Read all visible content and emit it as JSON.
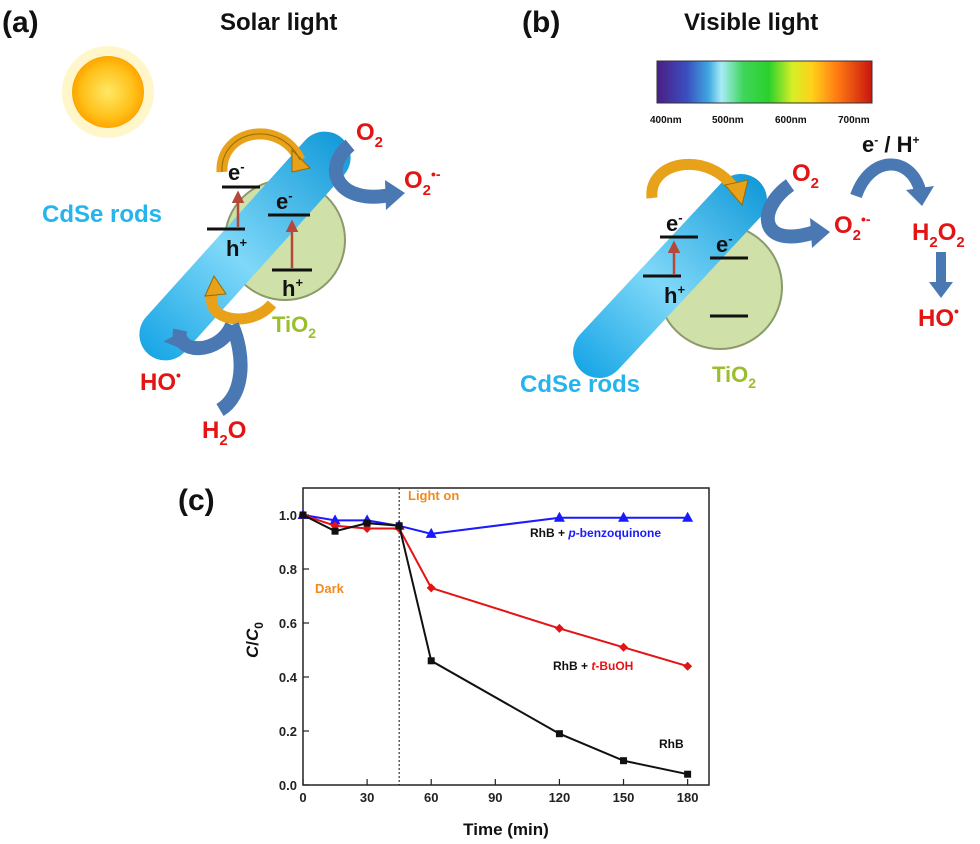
{
  "panel_a": {
    "label": "(a)",
    "title": "Solar light",
    "rod_label": "CdSe rods",
    "tio2": "TiO",
    "tio2_sub": "2",
    "electron": "e",
    "electron_sup": "-",
    "hole": "h",
    "hole_sup": "+",
    "o2": "O",
    "o2_sub": "2",
    "superoxide": "O",
    "superoxide_sub": "2",
    "superoxide_sup": "•-",
    "hydroxyl": "HO",
    "hydroxyl_sup": "•",
    "water": "H",
    "water_sub": "2",
    "water_o": "O"
  },
  "panel_b": {
    "label": "(b)",
    "title": "Visible light",
    "spectrum_ticks": [
      "400nm",
      "500nm",
      "600nm",
      "700nm"
    ],
    "rod_label": "CdSe rods",
    "tio2": "TiO",
    "tio2_sub": "2",
    "electron": "e",
    "electron_sup": "-",
    "hole": "h",
    "hole_sup": "+",
    "o2": "O",
    "o2_sub": "2",
    "superoxide": "O",
    "superoxide_sub": "2",
    "superoxide_sup": "•-",
    "reagent_e": "e",
    "reagent_e_sup": "-",
    "reagent_rest": " / H",
    "reagent_h_sup": "+",
    "h2o2_h": "H",
    "h2o2_sub1": "2",
    "h2o2_o": "O",
    "h2o2_sub2": "2",
    "hydroxyl": "HO",
    "hydroxyl_sup": "•"
  },
  "panel_c": {
    "label": "(c)",
    "annotation_light": "Light on",
    "annotation_dark": "Dark",
    "series_labels": {
      "rhb_bq_prefix": "RhB + ",
      "rhb_bq_italic": "p",
      "rhb_bq_rest": "-benzoquinone",
      "rhb_tbuoh_prefix": "RhB + ",
      "rhb_tbuoh_italic": "t",
      "rhb_tbuoh_rest": "-BuOH",
      "rhb": "RhB"
    }
  },
  "chart_data": {
    "type": "line",
    "xlabel": "Time (min)",
    "ylabel_main": "C",
    "ylabel_sep": "/",
    "ylabel_c": "C",
    "ylabel_sub": "0",
    "xlim": [
      0,
      190
    ],
    "ylim": [
      0,
      1.1
    ],
    "xticks": [
      0,
      30,
      60,
      90,
      120,
      150,
      180
    ],
    "yticks": [
      0.0,
      0.2,
      0.4,
      0.6,
      0.8,
      1.0
    ],
    "ytick_labels": [
      "0.0",
      "0.2",
      "0.4",
      "0.6",
      "0.8",
      "1.0"
    ],
    "light_on_x": 45,
    "series": [
      {
        "name": "RhB + p-benzoquinone",
        "color": "#1a1aff",
        "marker": "triangle",
        "x": [
          0,
          15,
          30,
          45,
          60,
          120,
          150,
          180
        ],
        "y": [
          1.0,
          0.98,
          0.98,
          0.96,
          0.93,
          0.99,
          0.99,
          0.99
        ]
      },
      {
        "name": "RhB + t-BuOH",
        "color": "#e31414",
        "marker": "diamond",
        "x": [
          0,
          15,
          30,
          45,
          60,
          120,
          150,
          180
        ],
        "y": [
          1.0,
          0.96,
          0.95,
          0.95,
          0.73,
          0.58,
          0.51,
          0.44
        ]
      },
      {
        "name": "RhB",
        "color": "#111111",
        "marker": "square",
        "x": [
          0,
          15,
          30,
          45,
          60,
          120,
          150,
          180
        ],
        "y": [
          1.0,
          0.94,
          0.97,
          0.96,
          0.46,
          0.19,
          0.09,
          0.04
        ]
      }
    ]
  }
}
